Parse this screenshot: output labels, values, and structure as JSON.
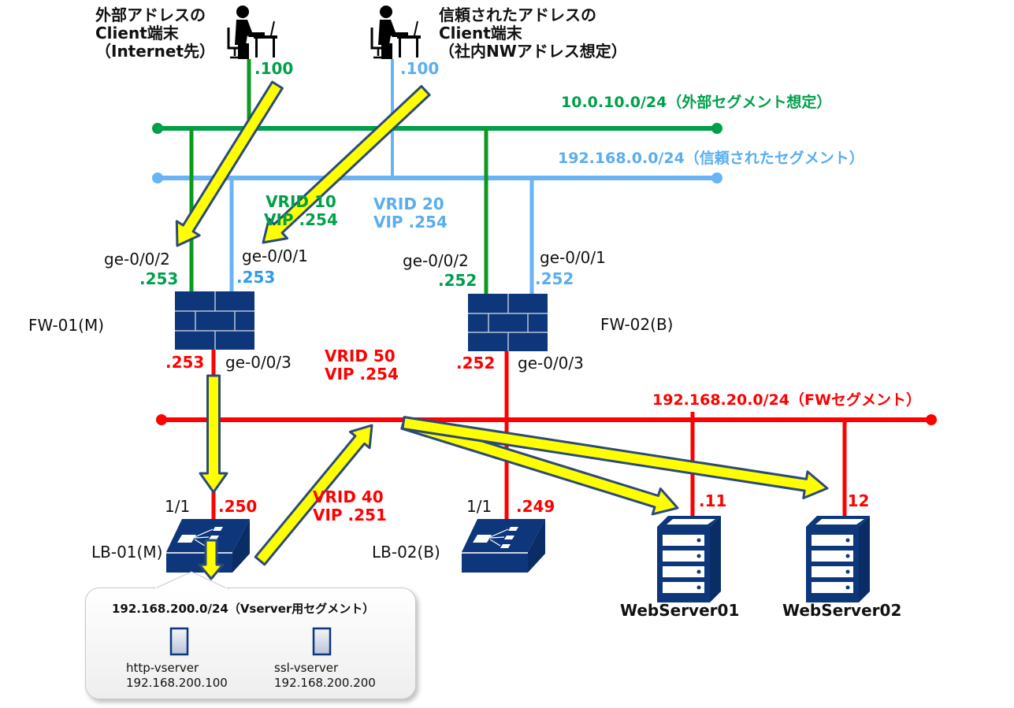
{
  "clients": [
    {
      "id": "external",
      "label": "外部アドレスの\nClient端末\n（Internet先）",
      "ip": ".100"
    },
    {
      "id": "trusted",
      "label": "信頼されたアドレスの\nClient端末\n（社内NWアドレス想定）",
      "ip": ".100"
    }
  ],
  "segments": {
    "external": {
      "label": "10.0.10.0/24（外部セグメント想定）",
      "color": "#00a04a"
    },
    "trusted": {
      "label": "192.168.0.0/24（信頼されたセグメント）",
      "color": "#5aaef0"
    },
    "fw": {
      "label": "192.168.20.0/24（FWセグメント）",
      "color": "#ff0000"
    },
    "vserver": {
      "label": "192.168.200.0/24（Vserver用セグメント）"
    }
  },
  "vrrp": [
    {
      "id": "vrid10",
      "line1": "VRID 10",
      "line2": "VIP .254",
      "color": "#00a04a"
    },
    {
      "id": "vrid20",
      "line1": "VRID 20",
      "line2": "VIP .254",
      "color": "#5aaef0"
    },
    {
      "id": "vrid50",
      "line1": "VRID 50",
      "line2": "VIP .254",
      "color": "#ff0000"
    },
    {
      "id": "vrid40",
      "line1": "VRID 40",
      "line2": "VIP .251",
      "color": "#ff0000"
    }
  ],
  "firewalls": [
    {
      "name": "FW-01(M)",
      "port_ext": "ge-0/0/2",
      "ip_ext": ".253",
      "port_trust": "ge-0/0/1",
      "ip_trust": ".253",
      "port_fw": "ge-0/0/3",
      "ip_fw": ".253"
    },
    {
      "name": "FW-02(B)",
      "port_ext": "ge-0/0/2",
      "ip_ext": ".252",
      "port_trust": "ge-0/0/1",
      "ip_trust": ".252",
      "port_fw": "ge-0/0/3",
      "ip_fw": ".252"
    }
  ],
  "load_balancers": [
    {
      "name": "LB-01(M)",
      "port": "1/1",
      "ip": ".250"
    },
    {
      "name": "LB-02(B)",
      "port": "1/1",
      "ip": ".249"
    }
  ],
  "web_servers": [
    {
      "name": "WebServer01",
      "ip": ".11"
    },
    {
      "name": "WebServer02",
      "ip": ".12"
    }
  ],
  "vservers": [
    {
      "name": "http-vserver",
      "ip": "192.168.200.100"
    },
    {
      "name": "ssl-vserver",
      "ip": "192.168.200.200"
    }
  ],
  "colors": {
    "device": "#0d377a",
    "arrow_fill": "#ffff00",
    "arrow_stroke": "#2b4a7a"
  }
}
